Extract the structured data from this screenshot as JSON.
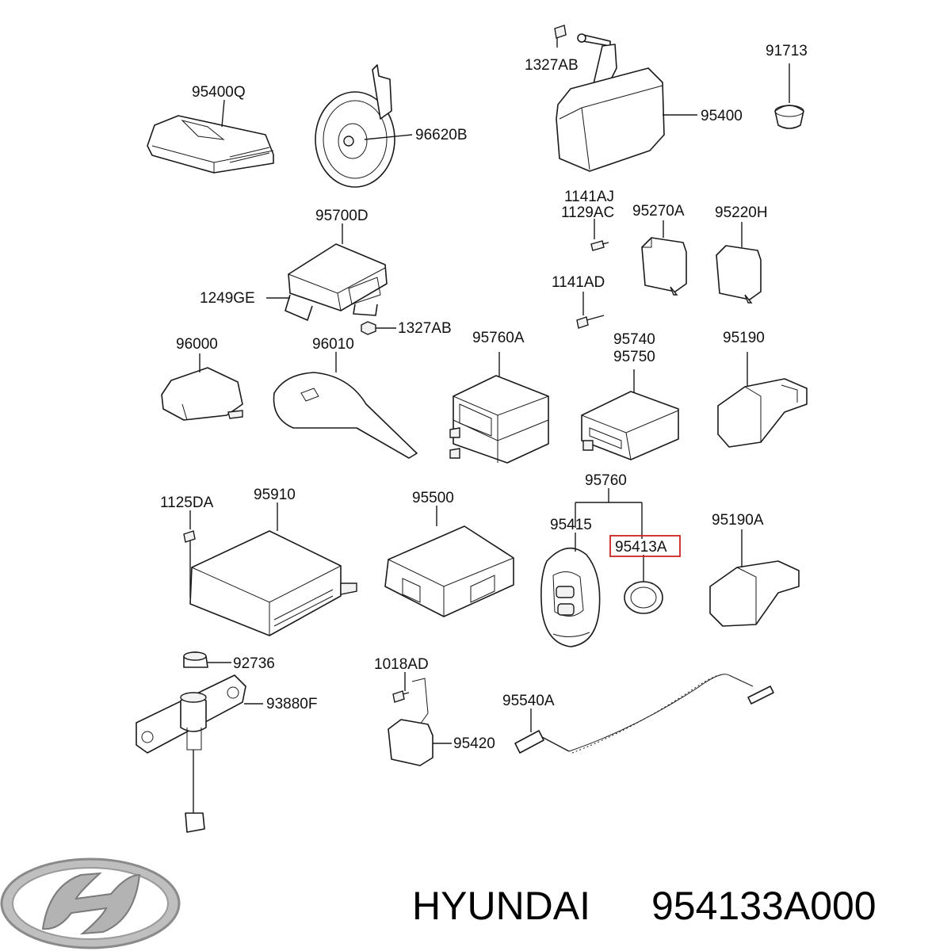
{
  "callouts": [
    {
      "id": "c-1327AB-top",
      "text": "1327AB"
    },
    {
      "id": "c-91713",
      "text": "91713"
    },
    {
      "id": "c-95400Q",
      "text": "95400Q"
    },
    {
      "id": "c-96620B",
      "text": "96620B"
    },
    {
      "id": "c-95400",
      "text": "95400"
    },
    {
      "id": "c-1141AJ",
      "text": "1141AJ"
    },
    {
      "id": "c-1129AC",
      "text": "1129AC"
    },
    {
      "id": "c-95270A",
      "text": "95270A"
    },
    {
      "id": "c-95220H",
      "text": "95220H"
    },
    {
      "id": "c-95700D",
      "text": "95700D"
    },
    {
      "id": "c-1141AD",
      "text": "1141AD"
    },
    {
      "id": "c-1249GE",
      "text": "1249GE"
    },
    {
      "id": "c-1327AB-mid",
      "text": "1327AB"
    },
    {
      "id": "c-96000",
      "text": "96000"
    },
    {
      "id": "c-96010",
      "text": "96010"
    },
    {
      "id": "c-95760A",
      "text": "95760A"
    },
    {
      "id": "c-95740",
      "text": "95740"
    },
    {
      "id": "c-95750",
      "text": "95750"
    },
    {
      "id": "c-95190",
      "text": "95190"
    },
    {
      "id": "c-1125DA",
      "text": "1125DA"
    },
    {
      "id": "c-95910",
      "text": "95910"
    },
    {
      "id": "c-95500",
      "text": "95500"
    },
    {
      "id": "c-95760",
      "text": "95760"
    },
    {
      "id": "c-95415",
      "text": "95415"
    },
    {
      "id": "c-95413A",
      "text": "95413A",
      "highlighted": true
    },
    {
      "id": "c-95190A",
      "text": "95190A"
    },
    {
      "id": "c-92736",
      "text": "92736"
    },
    {
      "id": "c-1018AD",
      "text": "1018AD"
    },
    {
      "id": "c-93880F",
      "text": "93880F"
    },
    {
      "id": "c-95540A",
      "text": "95540A"
    },
    {
      "id": "c-95420",
      "text": "95420"
    }
  ],
  "brand": {
    "logo": "hyundai-logo",
    "name": "HYUNDAI",
    "part_number": "954133A000"
  },
  "colors": {
    "highlight_box": "#cc2222",
    "line_art": "#1a1a1a",
    "background": "#ffffff"
  }
}
